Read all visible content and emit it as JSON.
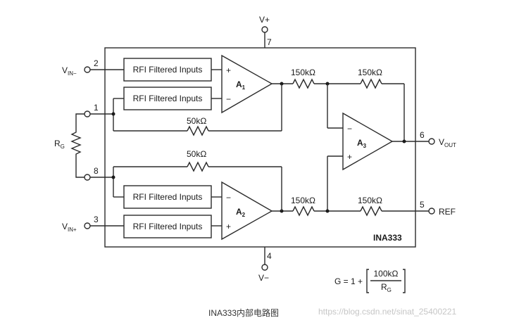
{
  "supply": {
    "vplus": "V+",
    "vplus_pin": "7",
    "vminus": "V−",
    "vminus_pin": "4"
  },
  "pins": {
    "vin_minus": {
      "label": "V",
      "sub": "IN−",
      "num": "2"
    },
    "vin_plus": {
      "label": "V",
      "sub": "IN+",
      "num": "3"
    },
    "rg_top": {
      "num": "1"
    },
    "rg_bottom": {
      "num": "8"
    },
    "vout": {
      "label": "V",
      "sub": "OUT",
      "num": "6"
    },
    "ref": {
      "label": "REF",
      "num": "5"
    }
  },
  "rg": {
    "label": "R",
    "sub": "G"
  },
  "rfi_blocks": [
    "RFI Filtered Inputs",
    "RFI Filtered Inputs",
    "RFI Filtered Inputs",
    "RFI Filtered Inputs"
  ],
  "amps": {
    "a1": {
      "label": "A",
      "sub": "1",
      "top_sign": "+",
      "bottom_sign": "−"
    },
    "a2": {
      "label": "A",
      "sub": "2",
      "top_sign": "−",
      "bottom_sign": "+"
    },
    "a3": {
      "label": "A",
      "sub": "3",
      "top_sign": "−",
      "bottom_sign": "+"
    }
  },
  "resistors": {
    "fb_top": "50kΩ",
    "fb_bottom": "50kΩ",
    "in_top": "150kΩ",
    "fb_a3": "150kΩ",
    "in_bottom": "150kΩ",
    "ref_res": "150kΩ"
  },
  "chip_name": "INA333",
  "formula": {
    "lhs": "G = 1 +",
    "numerator": "100kΩ",
    "denominator": "R",
    "denominator_sub": "G"
  },
  "caption": "INA333内部电路图",
  "watermark": "https://blog.csdn.net/sinat_25400221"
}
